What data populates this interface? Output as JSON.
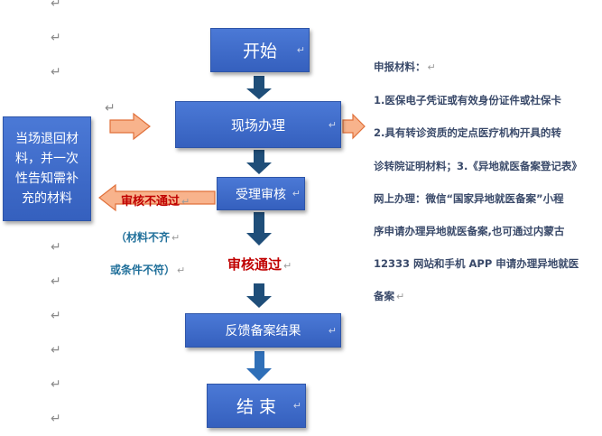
{
  "paragraph_mark": "↵",
  "flow": {
    "start": "开始",
    "onsite": "现场办理",
    "review": "受理审核",
    "feedback": "反馈备案结果",
    "end": "结 束",
    "left_box": "当场退回材\n料，并一次\n性告知需补\n充的材料",
    "rejected": "审核不通过",
    "rejected_note_1": "（材料不齐",
    "rejected_note_2": "或条件不符）",
    "passed": "审核通过"
  },
  "info_lines": [
    "申报材料：",
    "1.医保电子凭证或有效身份证件或社保卡",
    "2.具有转诊资质的定点医疗机构开具的转",
    "诊转院证明材料；3.《异地就医备案登记表》",
    "网上办理：微信“国家异地就医备案”小程",
    "序申请办理异地就医备案,也可通过内蒙古",
    "12333 网站和手机 APP 申请办理异地就医",
    "备案"
  ],
  "colors": {
    "box_blue": "#3f6bcc",
    "arrow_blue": "#1f4e79",
    "arrow_orange_fill": "#f8b38c",
    "arrow_orange_stroke": "#e0703a",
    "label_red": "#c00000",
    "note_teal": "#1f6f9a"
  }
}
